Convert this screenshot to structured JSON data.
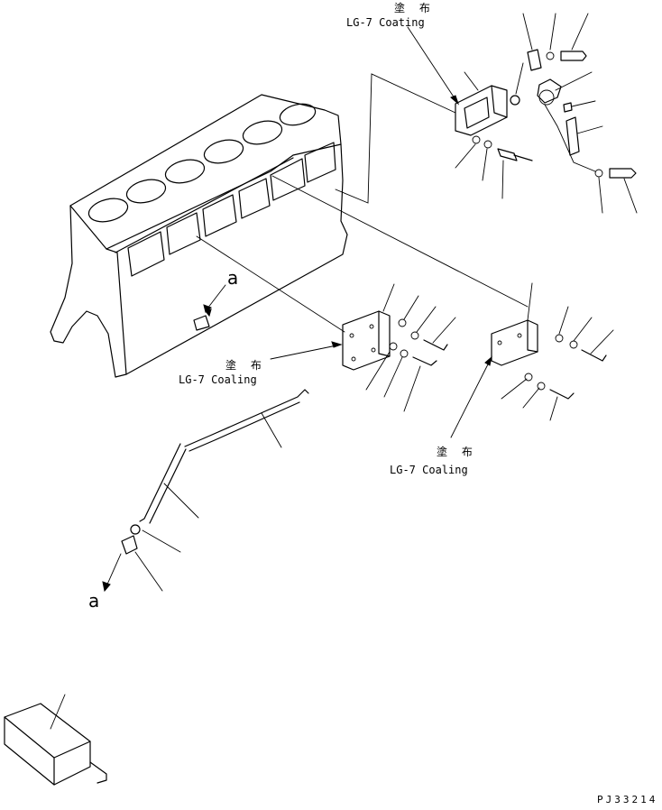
{
  "callouts": [
    {
      "jp": "塗 布",
      "en": "LG-7 Coating"
    },
    {
      "jp": "塗 布",
      "en": "LG-7 Coaling"
    },
    {
      "jp": "塗 布",
      "en": "LG-7 Coaling"
    }
  ],
  "view_markers": [
    "a",
    "a"
  ],
  "drawing_code": "PJ33214",
  "colors": {
    "line": "#000000",
    "background": "#ffffff"
  }
}
